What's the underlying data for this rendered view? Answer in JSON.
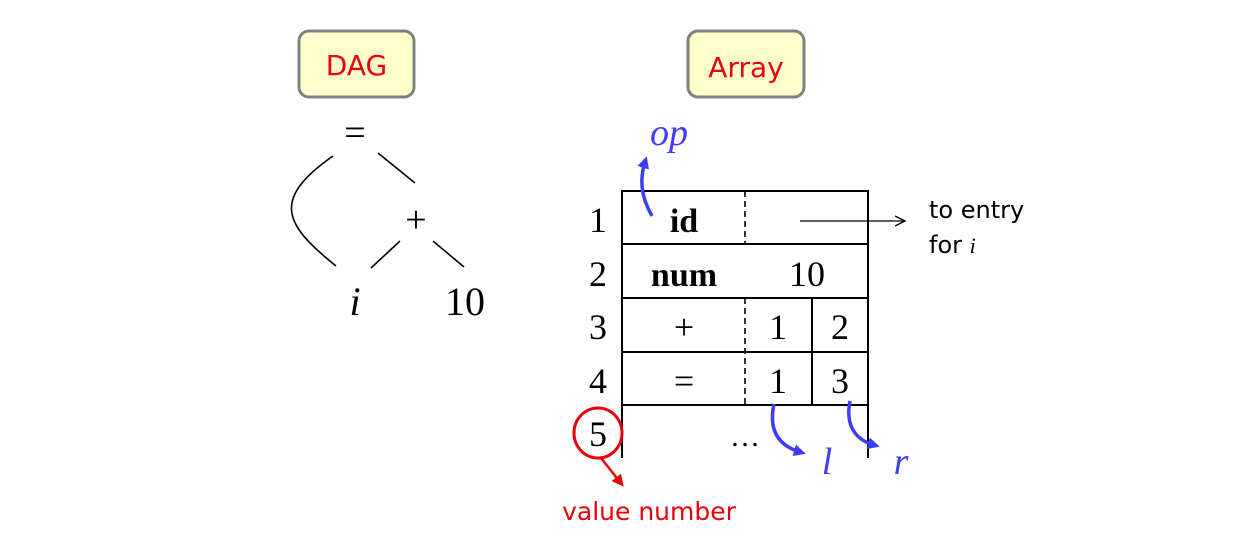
{
  "colors": {
    "label_box_fill": "#ffffcc",
    "label_box_stroke": "#808080",
    "label_text": "#e8000b",
    "annotation_blue": "#3d3dff",
    "annotation_red": "#e8000b",
    "ink": "#000000"
  },
  "dag": {
    "title": "DAG",
    "root": "=",
    "plus": "+",
    "leaf_var": "i",
    "leaf_const": "10"
  },
  "array": {
    "title": "Array",
    "rows": [
      {
        "index": "1",
        "op": "id",
        "arg": ""
      },
      {
        "index": "2",
        "op": "num",
        "arg": "10"
      },
      {
        "index": "3",
        "op": "+",
        "left": "1",
        "right": "2"
      },
      {
        "index": "4",
        "op": "=",
        "left": "1",
        "right": "3"
      }
    ],
    "next_index": "5",
    "ellipsis": "…",
    "pointer_text_line1": "to entry",
    "pointer_text_line2_prefix": "for ",
    "pointer_text_var": "i"
  },
  "annotations": {
    "op": "op",
    "left": "l",
    "right": "r",
    "value_number": "value number"
  }
}
